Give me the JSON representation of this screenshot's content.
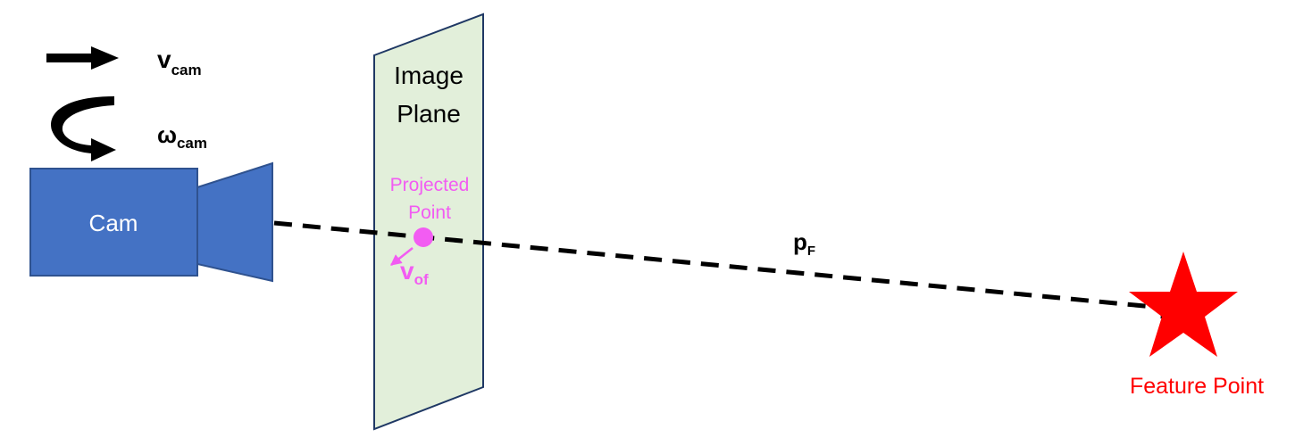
{
  "colors": {
    "camera": "#4472C4",
    "camera_border": "#2F528F",
    "plane_fill": "#E2EFDA",
    "plane_border": "#1F3864",
    "projected": "#F25CF2",
    "feature": "#FF0000",
    "ray": "#000000"
  },
  "labels": {
    "v_cam_main": "v",
    "v_cam_sub": "cam",
    "omega_cam_main": "ω",
    "omega_cam_sub": "cam",
    "camera": "Cam",
    "image_plane_line1": "Image",
    "image_plane_line2": "Plane",
    "projected_point_line1": "Projected",
    "projected_point_line2": "Point",
    "v_of_main": "v",
    "v_of_sub": "of",
    "p_f_main": "p",
    "p_f_sub": "F",
    "feature_point": "Feature Point"
  },
  "icons": {
    "translation": "right-arrow-icon",
    "rotation": "curved-rotation-arrow-icon",
    "feature": "star-icon"
  }
}
